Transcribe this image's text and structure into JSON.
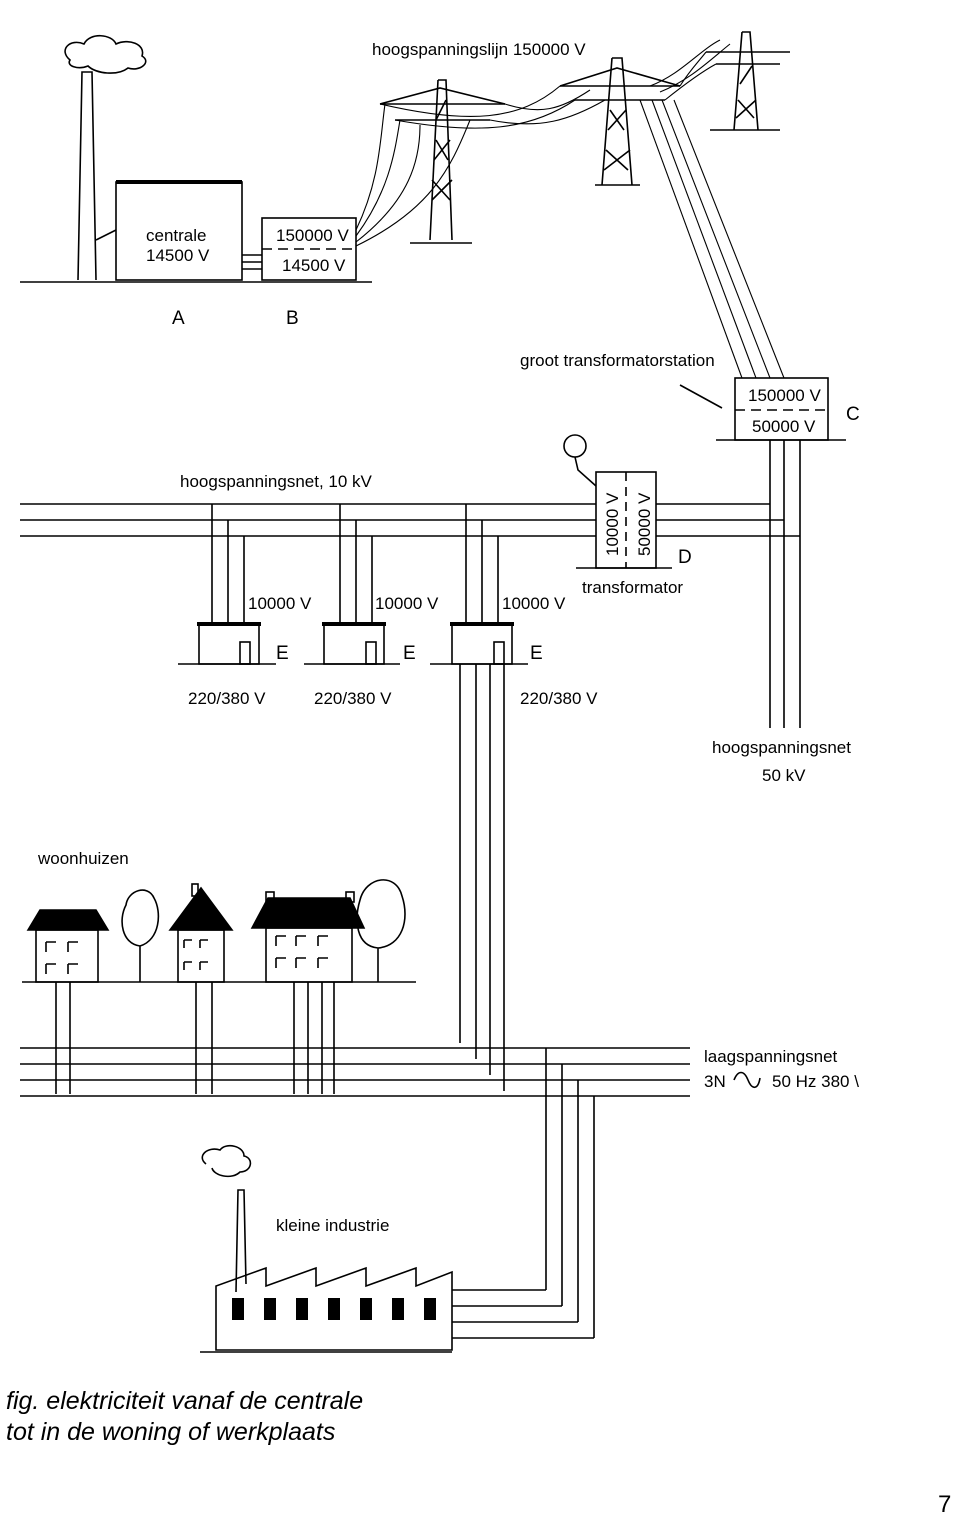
{
  "diagram": {
    "line_label": "hoogspanningslijn 150000 V",
    "plant": {
      "name": "centrale",
      "voltage": "14500 V",
      "letter": "A"
    },
    "step_up": {
      "primary": "150000 V",
      "secondary": "14500 V",
      "letter": "B"
    },
    "station": {
      "title": "groot transformatorstation",
      "primary": "150000 V",
      "secondary": "50000 V",
      "letter": "C"
    },
    "net_10kv": "hoogspanningsnet, 10 kV",
    "transformer": {
      "primary": "10000 V",
      "secondary": "50000 V",
      "label": "transformator",
      "letter": "D"
    },
    "substations": [
      {
        "input": "10000 V",
        "letter": "E",
        "output": "220/380 V"
      },
      {
        "input": "10000 V",
        "letter": "E",
        "output": "220/380 V"
      },
      {
        "input": "10000 V",
        "letter": "E",
        "output": "220/380 V"
      }
    ],
    "net_50kv": {
      "line1": "hoogspanningsnet",
      "line2": "50 kV"
    },
    "houses_label": "woonhuizen",
    "low_voltage": {
      "line1": "laagspanningsnet",
      "prefix": "3N",
      "suffix": "50 Hz 380 \\"
    },
    "industry_label": "kleine industrie"
  },
  "caption": {
    "line1": "fig. elektriciteit vanaf de centrale",
    "line2": "tot in de woning of werkplaats"
  },
  "page_number": "7"
}
